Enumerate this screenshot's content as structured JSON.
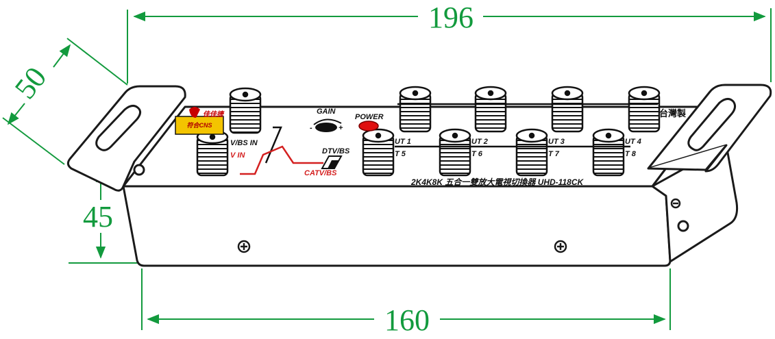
{
  "dimensions": {
    "width_total": "196",
    "depth": "50",
    "height": "45",
    "body_length": "160"
  },
  "panel": {
    "in_top": "V/BS IN",
    "in_bottom": "V IN",
    "gain": "GAIN",
    "gain_minus": "-",
    "gain_plus": "+",
    "power": "POWER",
    "switch_top": "DTV/BS",
    "switch_bottom": "CATV/BS",
    "outputs": [
      "UT 1",
      "UT 2",
      "UT 3",
      "UT 4",
      "T 5",
      "T 6",
      "T 7",
      "T 8"
    ],
    "maker_text": "台灣製",
    "model_line": "2K4K8K 五合一雙放大電視切換器  UHD-118CK",
    "badge_text": "符合CNS",
    "brand_glyphs": "佳佳捷"
  },
  "colors": {
    "dimension": "#129a3d",
    "outline": "#1a1a1a",
    "power_led": "#e01010",
    "signal_line": "#d42020",
    "badge_bg": "#f3c400"
  }
}
